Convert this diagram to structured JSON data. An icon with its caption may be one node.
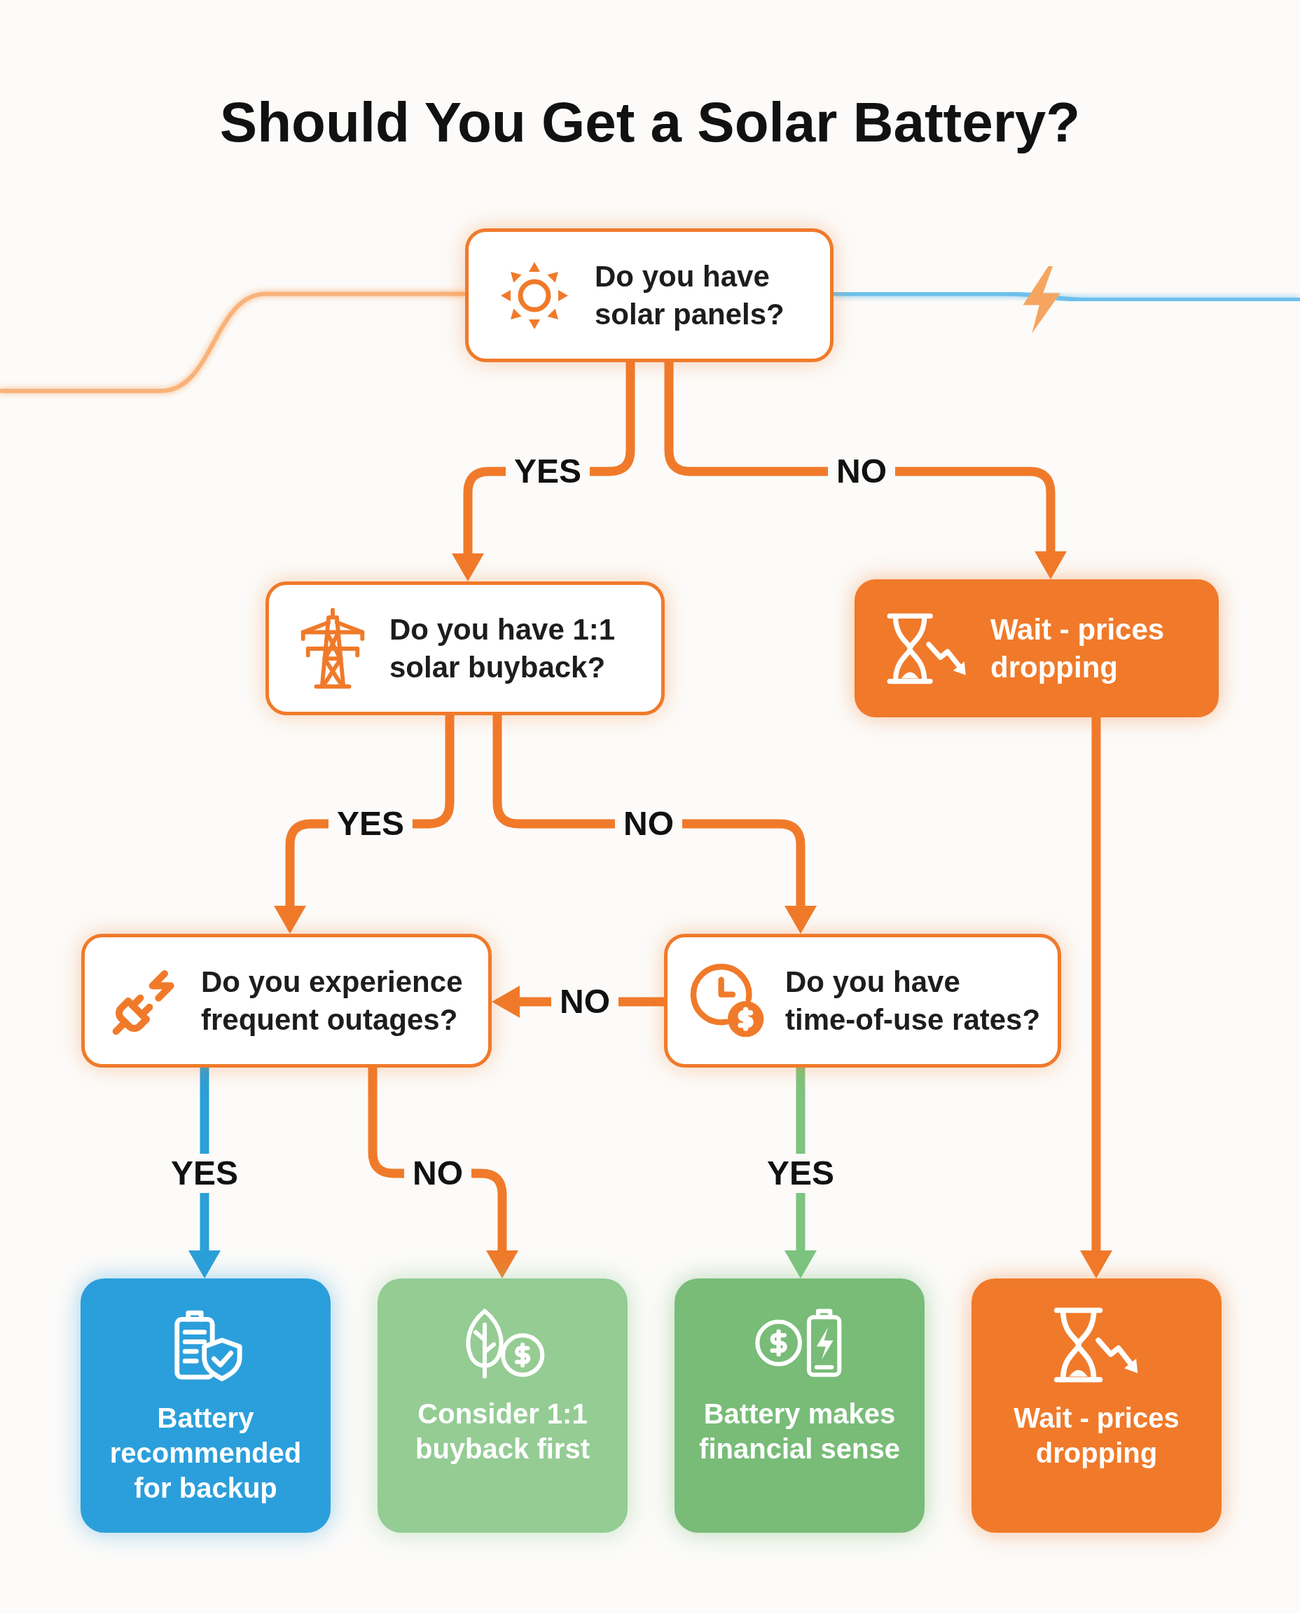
{
  "diagram": {
    "title": "Should You Get a Solar Battery?",
    "nodes": [
      {
        "text": [
          "Do you have solar panels?"
        ]
      },
      {
        "text": [
          "Do you have 1:1 solar buyback?"
        ]
      },
      {
        "text": [
          "Wait - prices dropping"
        ]
      },
      {
        "text": [
          "Do you experience frequent outages?"
        ]
      },
      {
        "text": [
          "Do you have time-of-use rates?"
        ]
      },
      {
        "text": [
          "Battery recommended for backup"
        ]
      },
      {
        "text": [
          "Consider 1:1 buyback first"
        ]
      },
      {
        "text": [
          "Battery makes financial sense"
        ]
      },
      {
        "text": [
          "Wait - prices dropping"
        ]
      }
    ],
    "edges": [
      {
        "from": 0,
        "to": 1,
        "label": "YES",
        "arrow": "to"
      },
      {
        "from": 0,
        "to": 2,
        "label": "NO",
        "arrow": "to"
      },
      {
        "from": 1,
        "to": 3,
        "label": "YES",
        "arrow": "to"
      },
      {
        "from": 1,
        "to": 4,
        "label": "NO",
        "arrow": "to"
      },
      {
        "from": 4,
        "to": 3,
        "label": "NO",
        "arrow": "to"
      },
      {
        "from": 3,
        "to": 5,
        "label": "YES",
        "arrow": "to",
        "color": "#2a9fd8"
      },
      {
        "from": 3,
        "to": 6,
        "label": "NO",
        "arrow": "to"
      },
      {
        "from": 4,
        "to": 7,
        "label": "YES",
        "arrow": "to",
        "color": "#7cc47f"
      },
      {
        "from": 2,
        "to": 8,
        "arrow": "to"
      },
      {
        "from": null,
        "to": 0,
        "arrow": "none",
        "color": "#f8b27a"
      },
      {
        "from": 0,
        "to": null,
        "arrow": "none",
        "color": "#6cc0ec"
      }
    ]
  }
}
